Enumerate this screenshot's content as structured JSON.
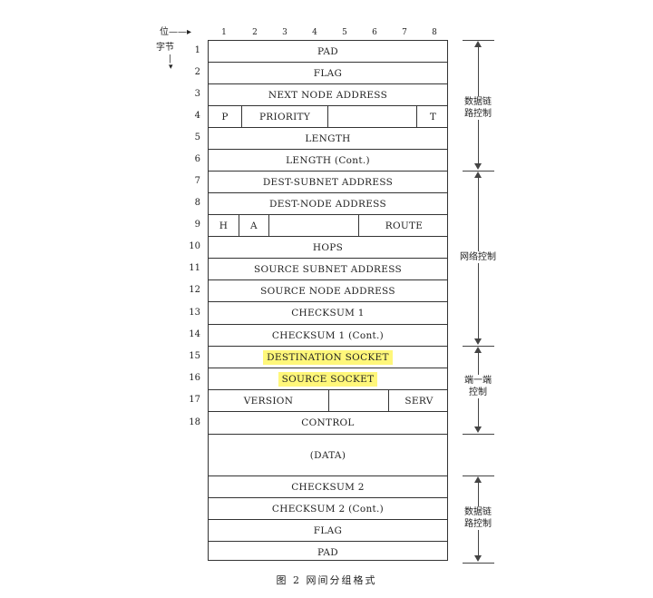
{
  "axis": {
    "bit_label": "位",
    "byte_label": "字节",
    "bits": [
      "1",
      "2",
      "3",
      "4",
      "5",
      "6",
      "7",
      "8"
    ]
  },
  "rows": [
    {
      "num": "1",
      "cells": [
        {
          "text": "PAD"
        }
      ]
    },
    {
      "num": "2",
      "cells": [
        {
          "text": "FLAG"
        }
      ]
    },
    {
      "num": "3",
      "cells": [
        {
          "text": "NEXT NODE ADDRESS"
        }
      ]
    },
    {
      "num": "4",
      "cells": [
        {
          "text": "P"
        },
        {
          "text": "PRIORITY"
        },
        {
          "text": ""
        },
        {
          "text": "T"
        }
      ]
    },
    {
      "num": "5",
      "cells": [
        {
          "text": "LENGTH"
        }
      ]
    },
    {
      "num": "6",
      "cells": [
        {
          "text": "LENGTH (Cont.)"
        }
      ]
    },
    {
      "num": "7",
      "cells": [
        {
          "text": "DEST-SUBNET ADDRESS"
        }
      ]
    },
    {
      "num": "8",
      "cells": [
        {
          "text": "DEST-NODE ADDRESS"
        }
      ]
    },
    {
      "num": "9",
      "cells": [
        {
          "text": "H"
        },
        {
          "text": "A"
        },
        {
          "text": ""
        },
        {
          "text": "ROUTE"
        }
      ]
    },
    {
      "num": "10",
      "cells": [
        {
          "text": "HOPS"
        }
      ]
    },
    {
      "num": "11",
      "cells": [
        {
          "text": "SOURCE SUBNET ADDRESS"
        }
      ]
    },
    {
      "num": "12",
      "cells": [
        {
          "text": "SOURCE NODE ADDRESS"
        }
      ]
    },
    {
      "num": "13",
      "cells": [
        {
          "text": "CHECKSUM 1"
        }
      ]
    },
    {
      "num": "14",
      "cells": [
        {
          "text": "CHECKSUM 1 (Cont.)"
        }
      ]
    },
    {
      "num": "15",
      "cells": [
        {
          "text": "DESTINATION SOCKET",
          "highlight": true
        }
      ]
    },
    {
      "num": "16",
      "cells": [
        {
          "text": "SOURCE SOCKET",
          "highlight": true
        }
      ]
    },
    {
      "num": "17",
      "cells": [
        {
          "text": "VERSION"
        },
        {
          "text": ""
        },
        {
          "text": "SERV"
        }
      ]
    },
    {
      "num": "18",
      "cells": [
        {
          "text": "CONTROL"
        }
      ]
    },
    {
      "num": "",
      "cells": [
        {
          "text": "(DATA)"
        }
      ]
    },
    {
      "num": "",
      "cells": [
        {
          "text": "CHECKSUM 2"
        }
      ]
    },
    {
      "num": "",
      "cells": [
        {
          "text": "CHECKSUM 2 (Cont.)"
        }
      ]
    },
    {
      "num": "",
      "cells": [
        {
          "text": "FLAG"
        }
      ]
    },
    {
      "num": "",
      "cells": [
        {
          "text": "PAD"
        }
      ]
    }
  ],
  "brackets": [
    {
      "label": "数据链\n路控制"
    },
    {
      "label": "网络控制"
    },
    {
      "label": "端一端\n控制"
    },
    {
      "label": "数据链\n路控制"
    }
  ],
  "caption": "图 2   网间分组格式",
  "highlight_color": "#fff77a"
}
